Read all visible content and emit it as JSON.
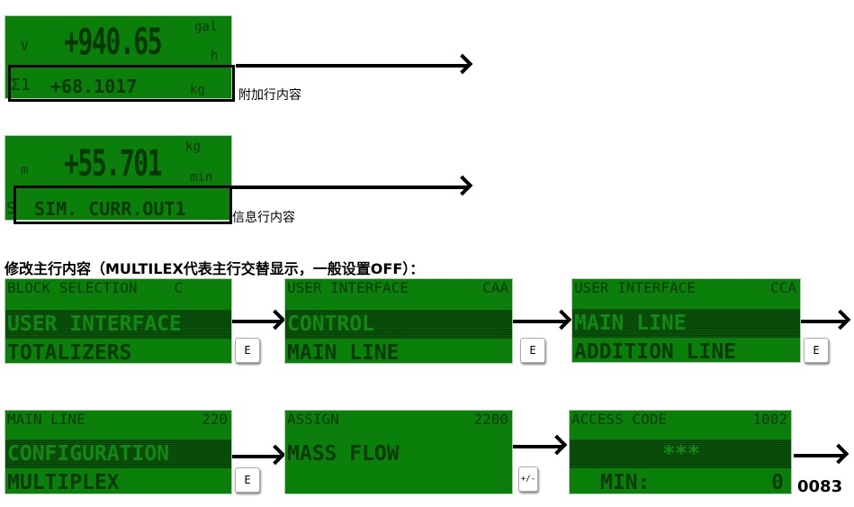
{
  "display1": {
    "main_value": "+940.65",
    "unit_top": "gal",
    "unit_bottom": "h",
    "symbol": "V",
    "total_symbol": "Σ1",
    "additional_value": "+68.1017",
    "additional_unit": "kg",
    "caption": "附加行内容"
  },
  "display2": {
    "main_value": "+55.701",
    "unit_top": "kg",
    "unit_bottom": "min",
    "symbol": "m",
    "info_prefix": "S",
    "info_text": "SIM. CURR.OUT1",
    "caption": "信息行内容"
  },
  "section_title": "修改主行内容（MULTILEX代表主行交替显示，一般设置OFF）：",
  "screens": [
    {
      "header": "BLOCK SELECTION",
      "code": "C",
      "selected": "USER INTERFACE",
      "next": "TOTALIZERS",
      "key": "E"
    },
    {
      "header": "USER INTERFACE",
      "code": "CAA",
      "selected": "CONTROL",
      "next": "MAIN LINE",
      "key": "E"
    },
    {
      "header": "USER INTERFACE",
      "code": "CCA",
      "selected": "MAIN LINE",
      "next": "ADDITION LINE",
      "key": "E"
    },
    {
      "header": "MAIN LINE",
      "code": "220",
      "selected": "CONFIGURATION",
      "next": "MULTIPLEX",
      "key": "E"
    },
    {
      "header": "ASSIGN",
      "code": "2200",
      "selected": "MASS FLOW",
      "next": "",
      "key": "+/-"
    },
    {
      "header": "ACCESS CODE",
      "code": "1002",
      "selected": "***",
      "next": "MIN:",
      "next_value": "0"
    }
  ],
  "figure_id": "0083"
}
